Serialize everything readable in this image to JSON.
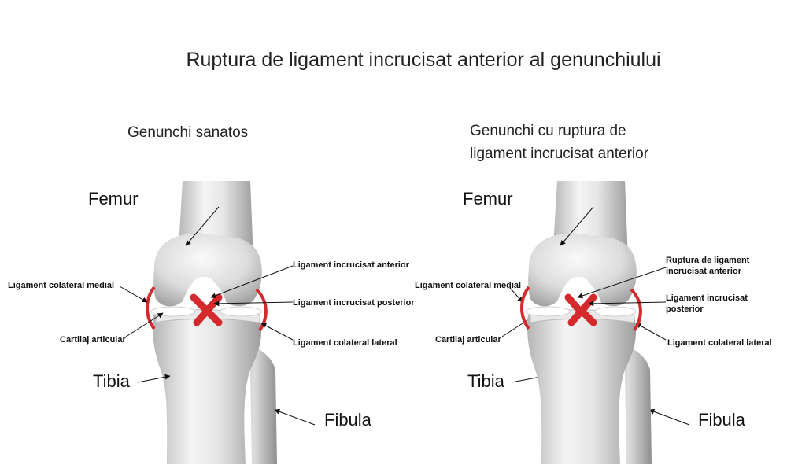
{
  "title": "Ruptura de ligament incrucisat anterior al genunchiului",
  "left": {
    "caption": [
      "Genunchi sanatos"
    ],
    "femur": "Femur",
    "tibia": "Tibia",
    "fibula": "Fibula",
    "acl": "Ligament incrucisat anterior",
    "pcl": "Ligament incrucisat posterior",
    "mcl": "Ligament colateral medial",
    "lcl": "Ligament colateral lateral",
    "cartilage": "Cartilaj articular"
  },
  "right": {
    "caption": [
      "Genunchi cu ruptura de",
      "ligament incrucisat anterior"
    ],
    "femur": "Femur",
    "tibia": "Tibia",
    "fibula": "Fibula",
    "acl": [
      "Ruptura de ligament",
      "incrucisat anterior"
    ],
    "pcl": [
      "Ligament incrucisat",
      "posterior"
    ],
    "mcl": "Ligament colateral medial",
    "lcl": "Ligament colateral lateral",
    "cartilage": "Cartilaj articular"
  },
  "colors": {
    "ligament": "#d42a2e",
    "bone_light": "#f2f2f2",
    "bone_dark": "#a9a9a9"
  },
  "icons": {
    "ligament_mark": "x-mark-icon"
  }
}
